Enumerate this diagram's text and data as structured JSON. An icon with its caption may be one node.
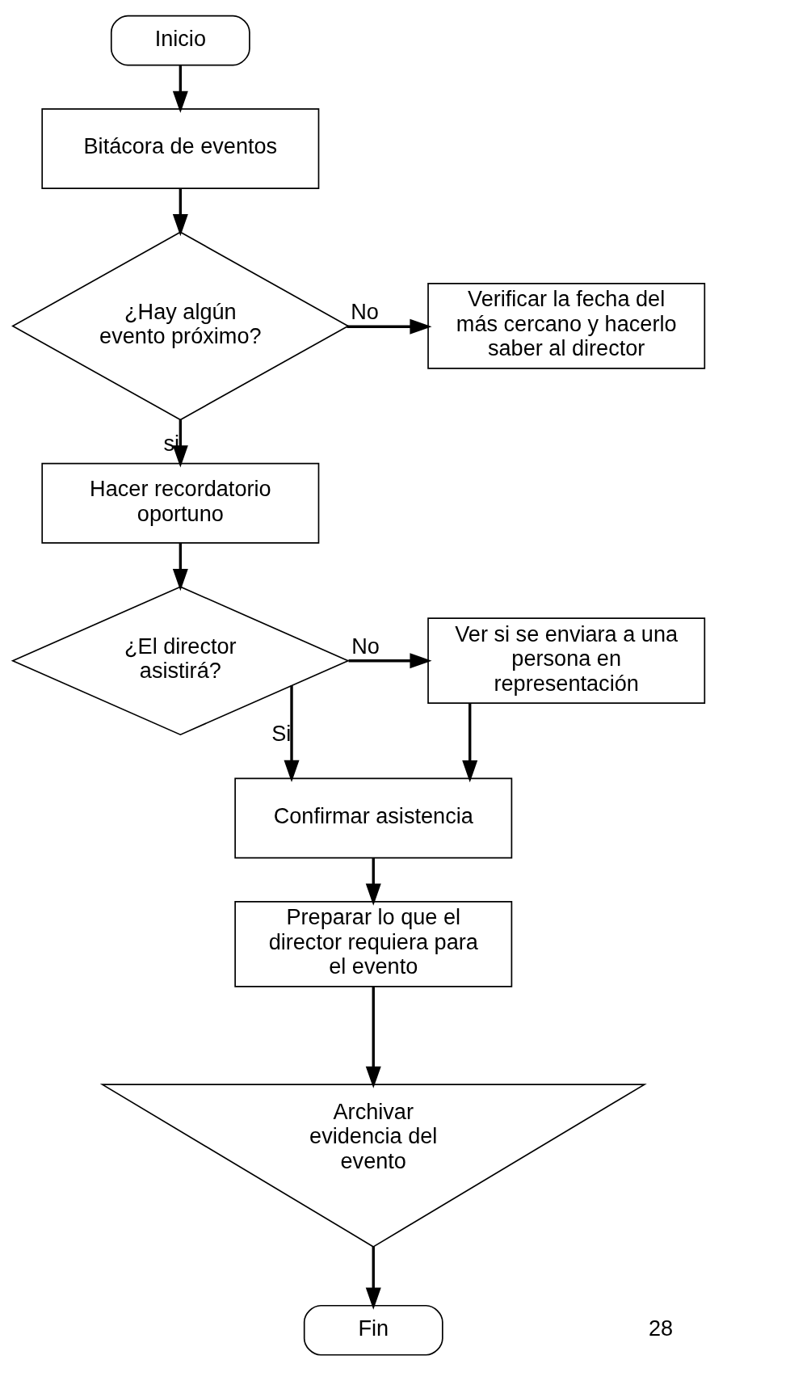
{
  "diagram": {
    "nodes": [
      {
        "text": [
          "Inicio"
        ]
      },
      {
        "text": [
          "Bitácora de eventos"
        ]
      },
      {
        "text": [
          "¿Hay algún evento próximo?"
        ]
      },
      {
        "text": [
          "Verificar la fecha del más cercano y hacerlo saber al director"
        ]
      },
      {
        "text": [
          "Hacer recordatorio oportuno"
        ]
      },
      {
        "text": [
          "¿El director asistirá?"
        ]
      },
      {
        "text": [
          "Ver si se enviara a una persona en representación"
        ]
      },
      {
        "text": [
          "Confirmar asistencia"
        ]
      },
      {
        "text": [
          "Preparar lo que el director requiera para el evento"
        ]
      },
      {
        "text": [
          "Archivar evidencia del evento"
        ]
      },
      {
        "text": [
          "Fin"
        ]
      }
    ],
    "edges": [
      {
        "from": 0,
        "to": 1,
        "arrow": "to"
      },
      {
        "from": 1,
        "to": 2,
        "arrow": "to"
      },
      {
        "from": 2,
        "to": 3,
        "arrow": "to",
        "label": "No"
      },
      {
        "from": 2,
        "to": 4,
        "arrow": "to",
        "label": "si"
      },
      {
        "from": 4,
        "to": 5,
        "arrow": "to"
      },
      {
        "from": 5,
        "to": 6,
        "arrow": "to",
        "label": "No"
      },
      {
        "from": 5,
        "to": 7,
        "arrow": "to",
        "label": "Si"
      },
      {
        "from": 6,
        "to": 7,
        "arrow": "to"
      },
      {
        "from": 7,
        "to": 8,
        "arrow": "to"
      },
      {
        "from": 8,
        "to": 9,
        "arrow": "to"
      },
      {
        "from": 9,
        "to": 10,
        "arrow": "to"
      }
    ],
    "labels": [
      "28"
    ]
  }
}
